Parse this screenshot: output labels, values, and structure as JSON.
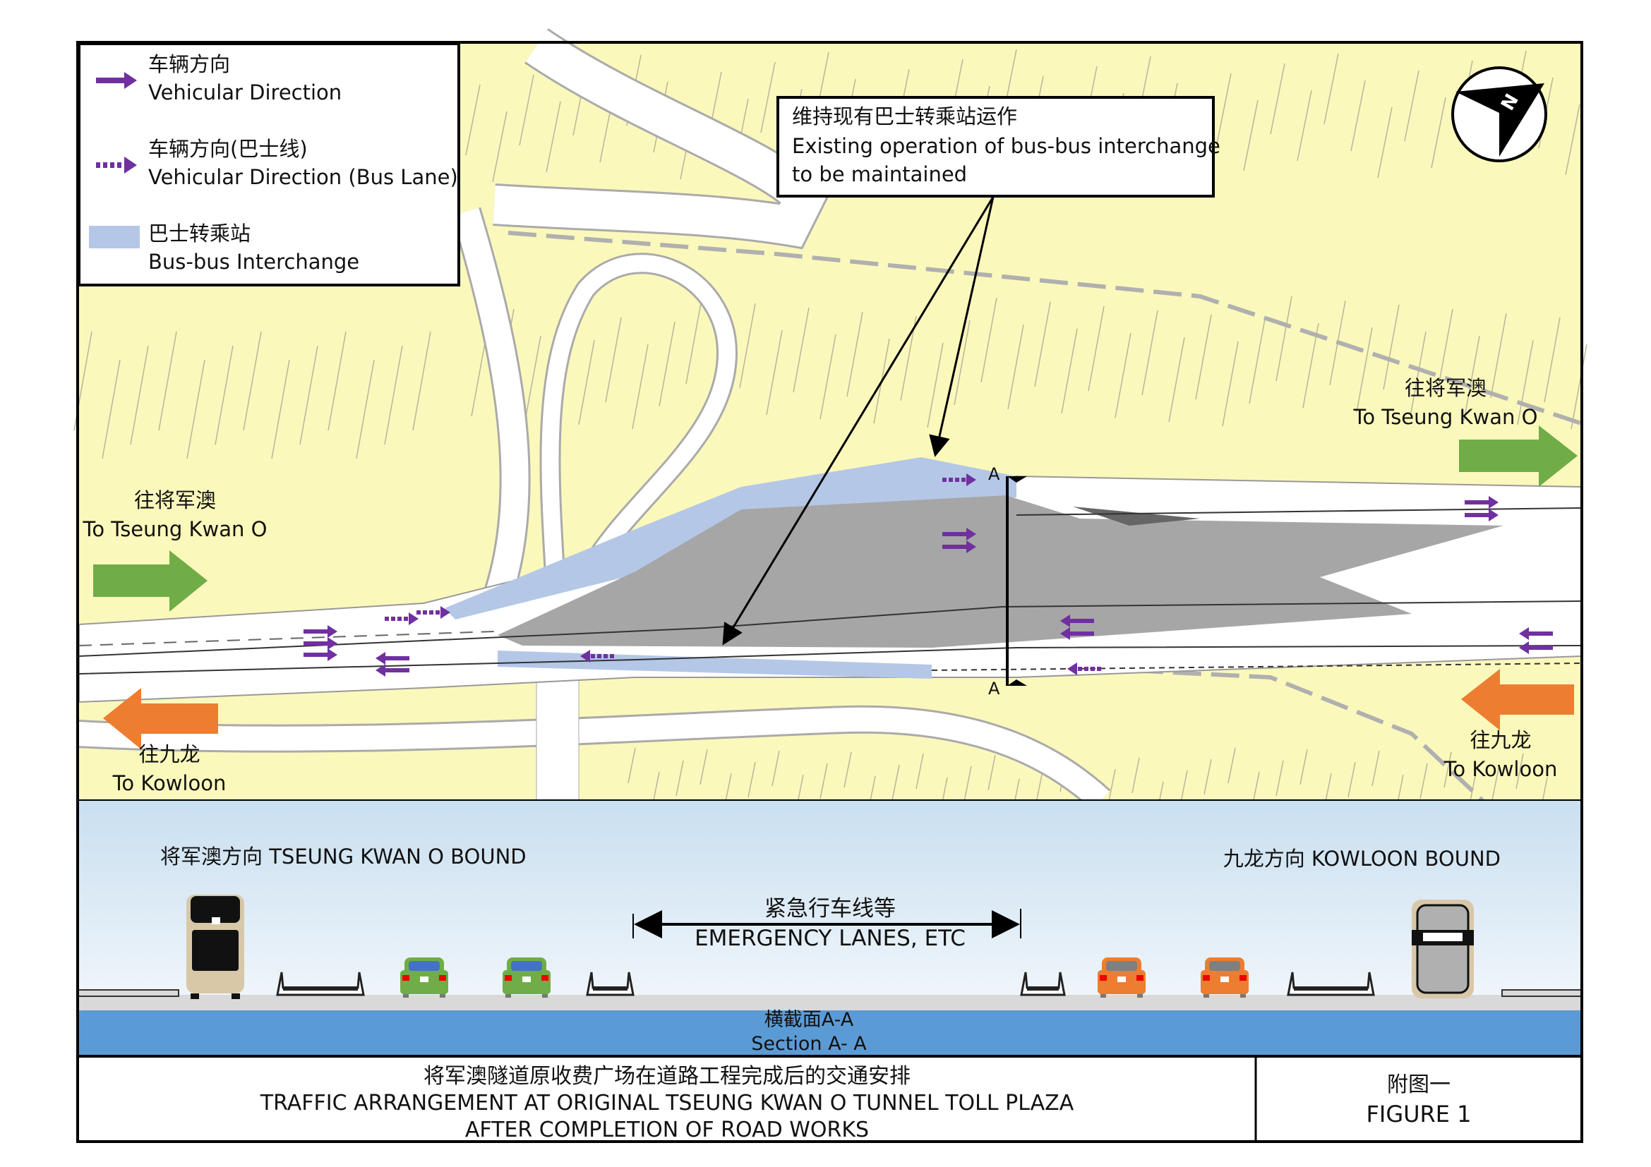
{
  "legend": {
    "items": [
      {
        "icon": "solid-purple-arrow",
        "zh": "车辆方向",
        "en": "Vehicular Direction"
      },
      {
        "icon": "dotted-purple-arrow",
        "zh": "车辆方向(巴士线)",
        "en": "Vehicular Direction (Bus Lane)"
      },
      {
        "icon": "light-blue-swatch",
        "zh": "巴士转乘站",
        "en": "Bus-bus Interchange"
      }
    ]
  },
  "callout": {
    "zh": "维持现有巴士转乘站运作",
    "en_line1": "Existing operation of bus-bus interchange",
    "en_line2": "to be maintained"
  },
  "compass": {
    "label": "N"
  },
  "map_labels": {
    "left_tko": {
      "zh": "往将军澳",
      "en": "To Tseung Kwan O"
    },
    "right_tko": {
      "zh": "往将军澳",
      "en": "To Tseung Kwan O"
    },
    "left_kowloon": {
      "zh": "往九龙",
      "en": "To Kowloon"
    },
    "right_kowloon": {
      "zh": "往九龙",
      "en": "To Kowloon"
    },
    "section_marker": "A"
  },
  "section": {
    "tko_bound": "将军澳方向 TSEUNG KWAN O BOUND",
    "kowloon_bound": "九龙方向 KOWLOON BOUND",
    "emergency_zh": "紧急行车线等",
    "emergency_en": "EMERGENCY LANES, ETC",
    "title_zh": "横截面A-A",
    "title_en": "Section A- A"
  },
  "title_block": {
    "zh": "将军澳隧道原收费广场在道路工程完成后的交通安排",
    "en_line1": "TRAFFIC ARRANGEMENT AT ORIGINAL TSEUNG KWAN O TUNNEL TOLL PLAZA",
    "en_line2": "AFTER COMPLETION OF ROAD WORKS",
    "figure_zh": "附图一",
    "figure_en": "FIGURE 1"
  },
  "colors": {
    "land": "#fbf8bc",
    "road": "#ffffff",
    "plaza": "#a6a6a6",
    "interchange": "#b4c7e7",
    "arrow_purple": "#7030a0",
    "to_tko_green": "#70ad47",
    "to_kowloon_orange": "#ed7d31",
    "section_band": "#5b9bd5"
  }
}
